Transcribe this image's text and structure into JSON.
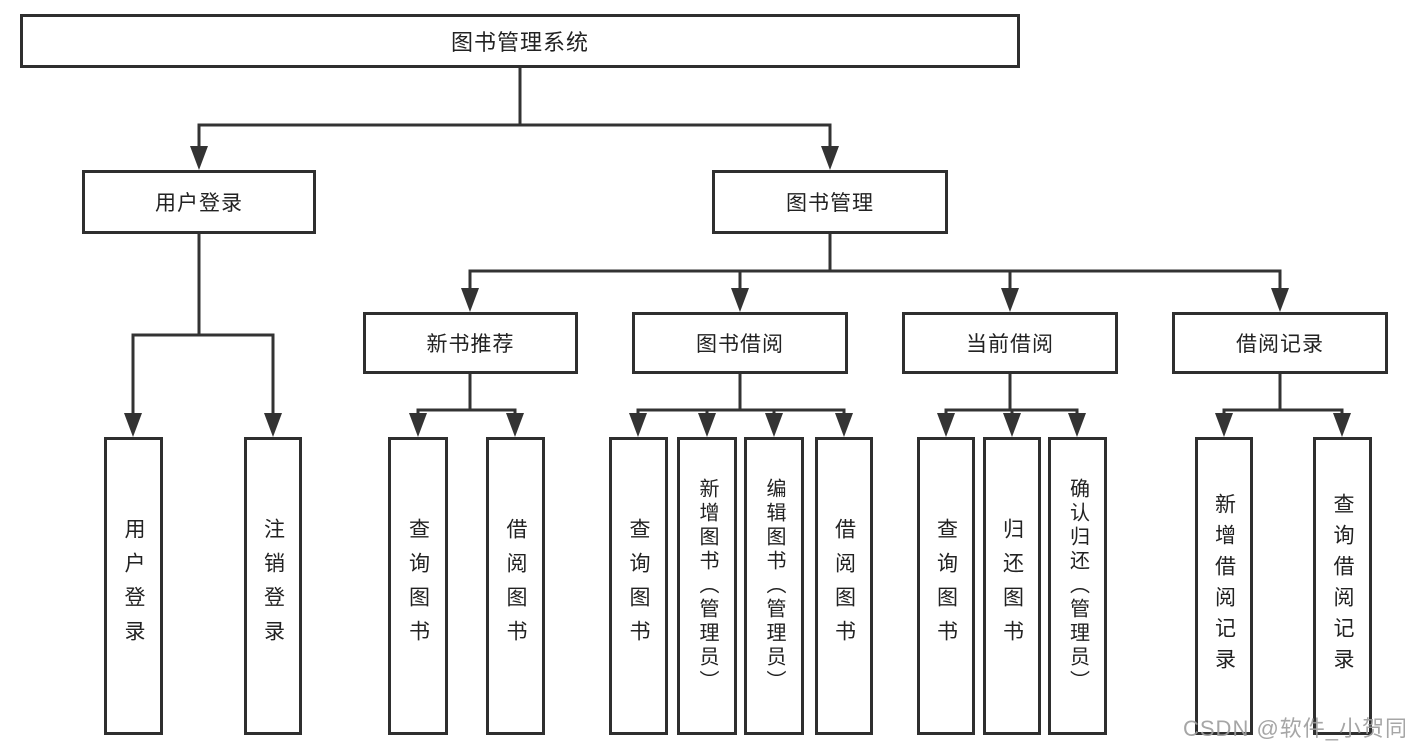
{
  "diagram": {
    "title": "图书管理系统",
    "branches": [
      {
        "label": "用户登录",
        "children": [
          {
            "label": "用户登录"
          },
          {
            "label": "注销登录"
          }
        ]
      },
      {
        "label": "图书管理",
        "children": [
          {
            "label": "新书推荐",
            "children": [
              {
                "label": "查询图书"
              },
              {
                "label": "借阅图书"
              }
            ]
          },
          {
            "label": "图书借阅",
            "children": [
              {
                "label": "查询图书"
              },
              {
                "label": "新增图书（管理员）"
              },
              {
                "label": "编辑图书（管理员）"
              },
              {
                "label": "借阅图书"
              }
            ]
          },
          {
            "label": "当前借阅",
            "children": [
              {
                "label": "查询图书"
              },
              {
                "label": "归还图书"
              },
              {
                "label": "确认归还（管理员）"
              }
            ]
          },
          {
            "label": "借阅记录",
            "children": [
              {
                "label": "新增借阅记录"
              },
              {
                "label": "查询借阅记录"
              }
            ]
          }
        ]
      }
    ]
  },
  "watermark": {
    "text": "CSDN @软件_小贺同学"
  },
  "colors": {
    "line": "#333333",
    "box_border": "#2f2f2f",
    "text": "#222222",
    "watermark": "#9e9e9e",
    "background": "#ffffff"
  }
}
